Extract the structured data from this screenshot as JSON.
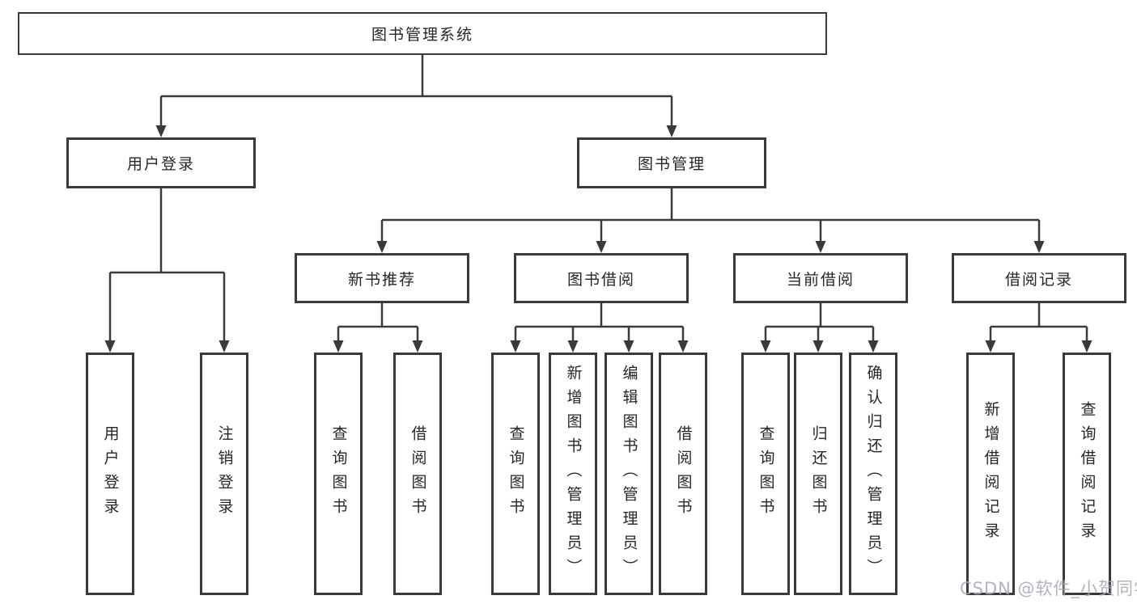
{
  "diagram": {
    "title_note": "functional structure tree",
    "root": {
      "label": "图书管理系统"
    },
    "level2": [
      {
        "id": "user-login",
        "label": "用户登录"
      },
      {
        "id": "book-management",
        "label": "图书管理"
      }
    ],
    "level3": [
      {
        "id": "new-book-recommend",
        "label": "新书推荐",
        "parent": "图书管理"
      },
      {
        "id": "book-borrow",
        "label": "图书借阅",
        "parent": "图书管理"
      },
      {
        "id": "current-borrow",
        "label": "当前借阅",
        "parent": "图书管理"
      },
      {
        "id": "borrow-records",
        "label": "借阅记录",
        "parent": "图书管理"
      }
    ],
    "leaves": [
      {
        "id": "leaf-user-login",
        "label": "用户登录",
        "parent": "用户登录"
      },
      {
        "id": "leaf-logout",
        "label": "注销登录",
        "parent": "用户登录"
      },
      {
        "id": "leaf-query-books-1",
        "label": "查询图书",
        "parent": "新书推荐"
      },
      {
        "id": "leaf-borrow-books-1",
        "label": "借阅图书",
        "parent": "新书推荐"
      },
      {
        "id": "leaf-query-books-2",
        "label": "查询图书",
        "parent": "图书借阅"
      },
      {
        "id": "leaf-add-books-admin",
        "label": "新增图书（管理员）",
        "parent": "图书借阅"
      },
      {
        "id": "leaf-edit-books-admin",
        "label": "编辑图书（管理员）",
        "parent": "图书借阅"
      },
      {
        "id": "leaf-borrow-books-2",
        "label": "借阅图书",
        "parent": "图书借阅"
      },
      {
        "id": "leaf-query-books-3",
        "label": "查询图书",
        "parent": "当前借阅"
      },
      {
        "id": "leaf-return-books",
        "label": "归还图书",
        "parent": "当前借阅"
      },
      {
        "id": "leaf-confirm-return-admin",
        "label": "确认归还（管理员）",
        "parent": "当前借阅"
      },
      {
        "id": "leaf-add-borrow-record",
        "label": "新增借阅记录",
        "parent": "借阅记录"
      },
      {
        "id": "leaf-query-borrow-record",
        "label": "查询借阅记录",
        "parent": "借阅记录"
      }
    ]
  },
  "watermark": {
    "text": "CSDN @软件_小贺同学"
  },
  "colors": {
    "line": "#3a3a3a",
    "border": "#3a3a3a",
    "text": "#262626",
    "watermark": "#a5aab5",
    "background": "#ffffff"
  }
}
